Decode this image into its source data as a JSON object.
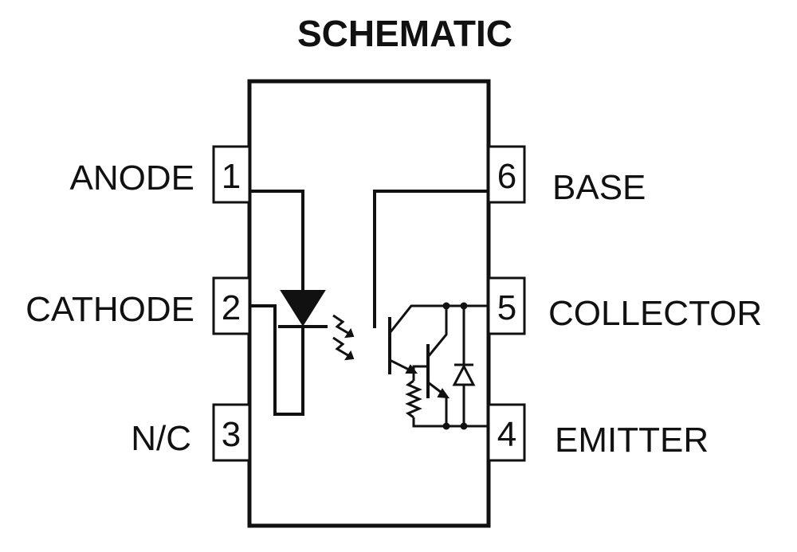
{
  "title": "SCHEMATIC",
  "pins": [
    {
      "number": "1",
      "label": "ANODE"
    },
    {
      "number": "2",
      "label": "CATHODE"
    },
    {
      "number": "3",
      "label": "N/C"
    },
    {
      "number": "6",
      "label": "BASE"
    },
    {
      "number": "5",
      "label": "COLLECTOR"
    },
    {
      "number": "4",
      "label": "EMITTER"
    }
  ]
}
